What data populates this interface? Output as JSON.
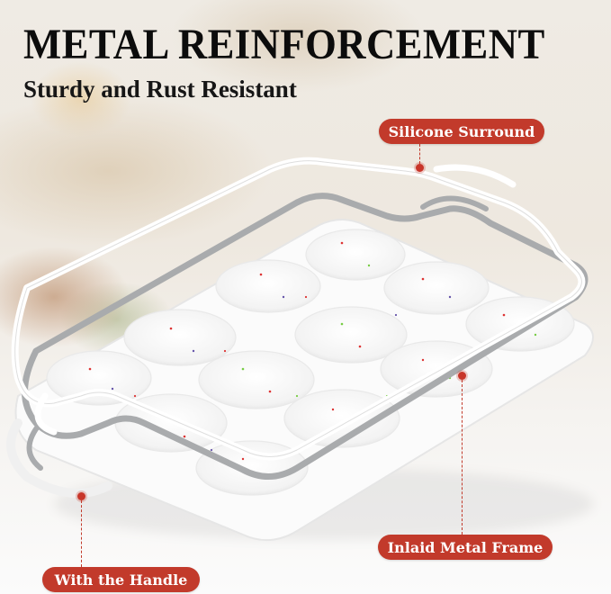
{
  "header": {
    "title": "METAL REINFORCEMENT",
    "subtitle": "Sturdy and Rust Resistant"
  },
  "callouts": [
    {
      "id": "silicone-surround",
      "label": "Silicone Surround"
    },
    {
      "id": "inlaid-metal-frame",
      "label": "Inlaid Metal Frame"
    },
    {
      "id": "with-the-handle",
      "label": "With the Handle"
    }
  ],
  "colors": {
    "callout_fill": "#c23a2b",
    "callout_text": "#ffffff",
    "title_text": "#0c0c0c",
    "metal_frame": "#a9abad",
    "silicone": "#ffffff"
  },
  "product": {
    "name": "silicone muffin tray",
    "cups": 12,
    "layers": [
      "silicone surround",
      "inlaid metal frame",
      "speckled silicone cup tray"
    ]
  }
}
